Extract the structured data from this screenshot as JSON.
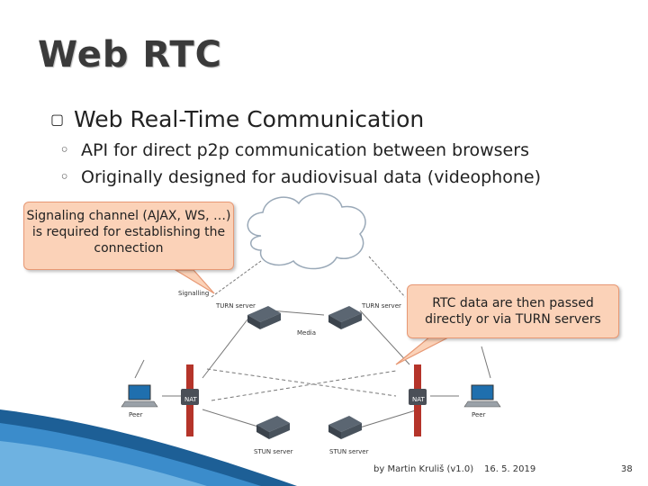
{
  "slide": {
    "title": "Web RTC",
    "bullet": {
      "marker": "",
      "text": "Web Real-Time Communication"
    },
    "subs": [
      {
        "marker": "◦",
        "text": "API for direct p2p communication between browsers"
      },
      {
        "marker": "◦",
        "text": "Originally designed for audiovisual data (videophone)"
      }
    ]
  },
  "callouts": {
    "signaling": "Signaling channel (AJAX, WS, …) is required for establishing the connection",
    "rtc": "RTC data are then passed directly or via TURN servers"
  },
  "diagram": {
    "labels": {
      "signalling": "Signalling",
      "turn_left": "TURN server",
      "turn_right": "TURN server",
      "media": "Media",
      "nat_left": "NAT",
      "nat_right": "NAT",
      "peer_left": "Peer",
      "peer_right": "Peer",
      "stun_left": "STUN server",
      "stun_right": "STUN server"
    }
  },
  "footer": {
    "author": "by Martin Kruliš (v1.0)",
    "date": "16. 5. 2019",
    "page": "38"
  },
  "colors": {
    "callout_fill": "#fbd2b8",
    "callout_border": "#e79874",
    "nat_red": "#c0392b",
    "accent_blue": "#1f6fae"
  }
}
